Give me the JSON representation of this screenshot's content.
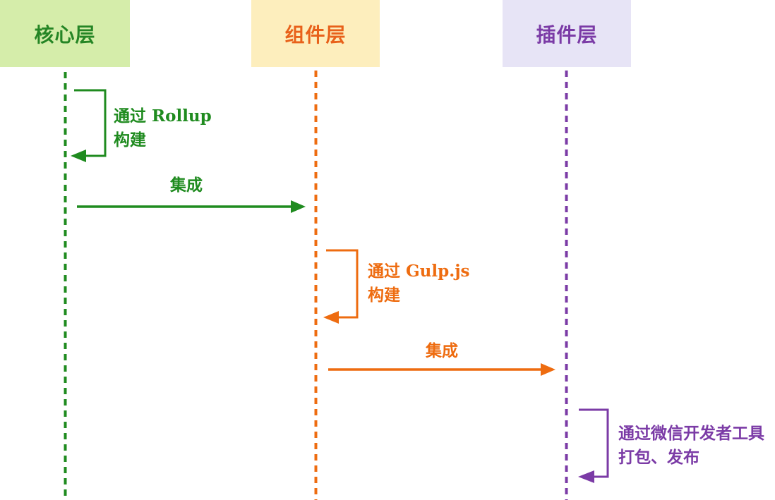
{
  "diagram": {
    "type": "sequence-diagram",
    "background": "#ffffff"
  },
  "actors": [
    {
      "label": "核心层",
      "color": "#258525",
      "fill": "#d5edaa"
    },
    {
      "label": "组件层",
      "color": "#e8611a",
      "fill": "#fdeebd"
    },
    {
      "label": "插件层",
      "color": "#7b3ba6",
      "fill": "#e7e4f6"
    }
  ],
  "messages": [
    {
      "kind": "self-loop",
      "actor": "核心层",
      "label": "通过 Rollup\n构建",
      "color": "#1f8b1f"
    },
    {
      "kind": "message-arrow",
      "from": "核心层",
      "to": "组件层",
      "label": "集成",
      "color": "#1f8b1f"
    },
    {
      "kind": "self-loop",
      "actor": "组件层",
      "label": "通过 Gulp.js\n构建",
      "color": "#ee6c10"
    },
    {
      "kind": "message-arrow",
      "from": "组件层",
      "to": "插件层",
      "label": "集成",
      "color": "#ee6c10"
    },
    {
      "kind": "self-loop",
      "actor": "插件层",
      "label": "通过微信开发者工具\n打包、发布",
      "color": "#7b3ba6"
    }
  ]
}
